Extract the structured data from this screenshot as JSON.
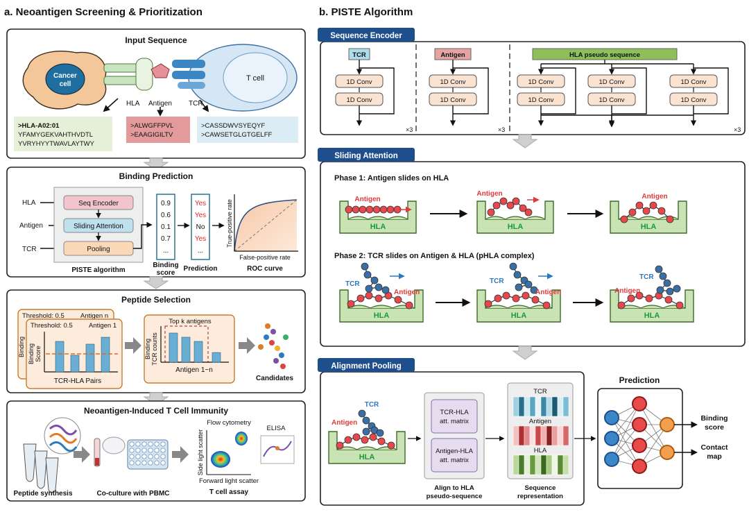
{
  "left": {
    "title": "a. Neoantigen Screening & Prioritization",
    "input": {
      "title": "Input Sequence",
      "cancer_label": "Cancer\ncell",
      "tcell_label": "T cell",
      "hla_label": "HLA",
      "antigen_label": "Antigen",
      "tcr_label": "TCR",
      "hla_header": ">HLA-A02:01",
      "hla_seq1": "YFAMYGEKVAHTHVDTL",
      "hla_seq2": "YVRYHYYTWAVLAYTWY",
      "antigen_seq1": ">ALWGFFPVL",
      "antigen_seq2": ">EAAGIGILTV",
      "tcr_seq1": ">CASSDWVSYEQYF",
      "tcr_seq2": ">CAWSETGLGTGELFF"
    },
    "binding": {
      "title": "Binding Prediction",
      "in_hla": "HLA",
      "in_antigen": "Antigen",
      "in_tcr": "TCR",
      "step1": "Seq Encoder",
      "step2": "Sliding Attention",
      "step3": "Pooling",
      "algo_label": "PISTE algorithm",
      "scores": [
        "0.9",
        "0.6",
        "0.1",
        "0.7",
        "..."
      ],
      "score_label_1": "Binding",
      "score_label_2": "score",
      "preds": [
        "Yes",
        "Yes",
        "No",
        "Yes",
        "..."
      ],
      "pred_label": "Prediction",
      "roc_y": "True-positive rate",
      "roc_x": "False-positive rate",
      "roc_label": "ROC curve"
    },
    "peptide": {
      "title": "Peptide Selection",
      "back_threshold": "Threshold: 0.5",
      "back_antigen": "Antigen n",
      "front_threshold": "Threshold: 0.5",
      "front_antigen": "Antigen 1",
      "back_ylabel": "Binding",
      "front_ylabel_1": "Binding",
      "front_ylabel_2": "Score",
      "pairs_label": "TCR-HLA Pairs",
      "topk": "Top k antigens",
      "count_ylabel_1": "Binding",
      "count_ylabel_2": "TCR counts",
      "count_xlabel": "Antigen 1~n",
      "candidates": "Candidates"
    },
    "immunity": {
      "title": "Neoantigen-Induced T Cell Immunity",
      "flow": "Flow cytometry",
      "elisa": "ELISA",
      "side_scatter": "Side light scatter",
      "forward_scatter": "Forward light scatter",
      "synthesis": "Peptide synthesis",
      "coculture": "Co-culture with PBMC",
      "assay": "T cell assay"
    }
  },
  "right": {
    "title": "b. PISTE Algorithm",
    "encoder": {
      "tag": "Sequence Encoder",
      "tcr": "TCR",
      "antigen": "Antigen",
      "hla": "HLA pseudo sequence",
      "conv": "1D Conv",
      "repeat": "×3"
    },
    "sliding": {
      "tag": "Sliding Attention",
      "phase1": "Phase 1: Antigen slides on HLA",
      "phase2": "Phase 2: TCR slides on Antigen & HLA (pHLA complex)",
      "antigen": "Antigen",
      "hla": "HLA",
      "tcr": "TCR"
    },
    "pooling": {
      "tag": "Alignment Pooling",
      "tcr": "TCR",
      "antigen": "Antigen",
      "hla": "HLA",
      "matrix1_a": "TCR-HLA",
      "matrix1_b": "att. matrix",
      "matrix2_a": "Antigen-HLA",
      "matrix2_b": "att. matrix",
      "align_a": "Align to HLA",
      "align_b": "pseudo-sequence",
      "rep_tcr": "TCR",
      "rep_antigen": "Antigen",
      "rep_hla": "HLA",
      "seq_a": "Sequence",
      "seq_b": "representation",
      "prediction": "Prediction",
      "out1_a": "Binding",
      "out1_b": "score",
      "out2_a": "Contact",
      "out2_b": "map"
    }
  },
  "colors": {
    "dark_blue": "#1f4e8c",
    "hla_green": "#8fbf5a",
    "antigen_red": "#e03a3a",
    "tcr_blue": "#3a6fa5",
    "conv_fill": "#fbe3d2"
  }
}
